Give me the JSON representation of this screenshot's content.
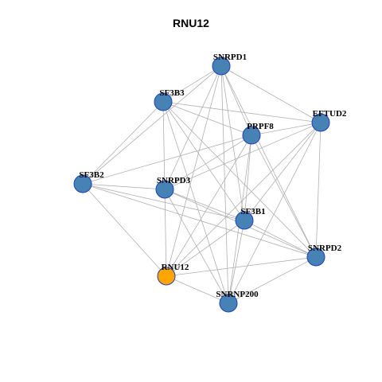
{
  "title": "RNU12",
  "colors": {
    "node_default": "#4682b4",
    "node_highlight": "#ffa500",
    "node_border": "#1f3fbf",
    "edge": "#b0b0b0"
  },
  "nodes": [
    {
      "id": "SNRPD1",
      "label": "SNRPD1",
      "highlight": false
    },
    {
      "id": "SF3B3",
      "label": "SF3B3",
      "highlight": false
    },
    {
      "id": "EFTUD2",
      "label": "EFTUD2",
      "highlight": false
    },
    {
      "id": "PRPF8",
      "label": "PRPF8",
      "highlight": false
    },
    {
      "id": "SF3B2",
      "label": "SF3B2",
      "highlight": false
    },
    {
      "id": "SNRPD3",
      "label": "SNRPD3",
      "highlight": false
    },
    {
      "id": "SF3B1",
      "label": "SF3B1",
      "highlight": false
    },
    {
      "id": "SNRPD2",
      "label": "SNRPD2",
      "highlight": false
    },
    {
      "id": "RNU12",
      "label": "RNU12",
      "highlight": true
    },
    {
      "id": "SNRNP200",
      "label": "SNRNP200",
      "highlight": false
    }
  ],
  "edges": [
    [
      "SNRPD1",
      "SF3B3"
    ],
    [
      "SNRPD1",
      "EFTUD2"
    ],
    [
      "SNRPD1",
      "PRPF8"
    ],
    [
      "SNRPD1",
      "SF3B2"
    ],
    [
      "SNRPD1",
      "SNRPD3"
    ],
    [
      "SNRPD1",
      "SF3B1"
    ],
    [
      "SNRPD1",
      "SNRPD2"
    ],
    [
      "SNRPD1",
      "RNU12"
    ],
    [
      "SNRPD1",
      "SNRNP200"
    ],
    [
      "SF3B3",
      "EFTUD2"
    ],
    [
      "SF3B3",
      "PRPF8"
    ],
    [
      "SF3B3",
      "SF3B2"
    ],
    [
      "SF3B3",
      "SF3B1"
    ],
    [
      "SF3B3",
      "SNRPD2"
    ],
    [
      "SF3B3",
      "RNU12"
    ],
    [
      "SF3B3",
      "SNRNP200"
    ],
    [
      "EFTUD2",
      "PRPF8"
    ],
    [
      "EFTUD2",
      "SNRPD3"
    ],
    [
      "EFTUD2",
      "SF3B1"
    ],
    [
      "EFTUD2",
      "SNRPD2"
    ],
    [
      "EFTUD2",
      "RNU12"
    ],
    [
      "EFTUD2",
      "SNRNP200"
    ],
    [
      "PRPF8",
      "SF3B2"
    ],
    [
      "PRPF8",
      "SNRPD3"
    ],
    [
      "PRPF8",
      "SF3B1"
    ],
    [
      "PRPF8",
      "SNRPD2"
    ],
    [
      "PRPF8",
      "RNU12"
    ],
    [
      "PRPF8",
      "SNRNP200"
    ],
    [
      "SF3B2",
      "SNRPD3"
    ],
    [
      "SF3B2",
      "SF3B1"
    ],
    [
      "SF3B2",
      "SNRPD2"
    ],
    [
      "SF3B2",
      "RNU12"
    ],
    [
      "SNRPD3",
      "SF3B1"
    ],
    [
      "SNRPD3",
      "SNRPD2"
    ],
    [
      "SNRPD3",
      "SNRNP200"
    ],
    [
      "SF3B1",
      "SNRPD2"
    ],
    [
      "SF3B1",
      "RNU12"
    ],
    [
      "SF3B1",
      "SNRNP200"
    ],
    [
      "SNRPD2",
      "RNU12"
    ],
    [
      "SNRPD2",
      "SNRNP200"
    ],
    [
      "RNU12",
      "SNRNP200"
    ]
  ]
}
